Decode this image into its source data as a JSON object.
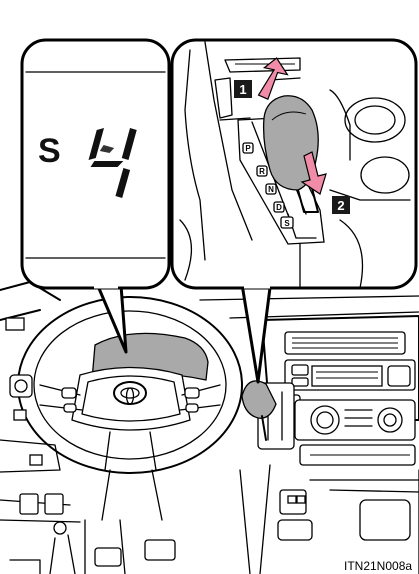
{
  "display": {
    "mode_letter": "S",
    "gear_digit": "4"
  },
  "shifter": {
    "gate_letters": [
      "P",
      "R",
      "N",
      "D",
      "S"
    ],
    "callouts": [
      "1",
      "2"
    ],
    "arrow_color": "#f08ca8"
  },
  "figure": {
    "code": "ITN21N008a"
  },
  "icons": [
    "toyota-logo-icon",
    "shift-up-arrow-icon",
    "shift-down-arrow-icon"
  ]
}
